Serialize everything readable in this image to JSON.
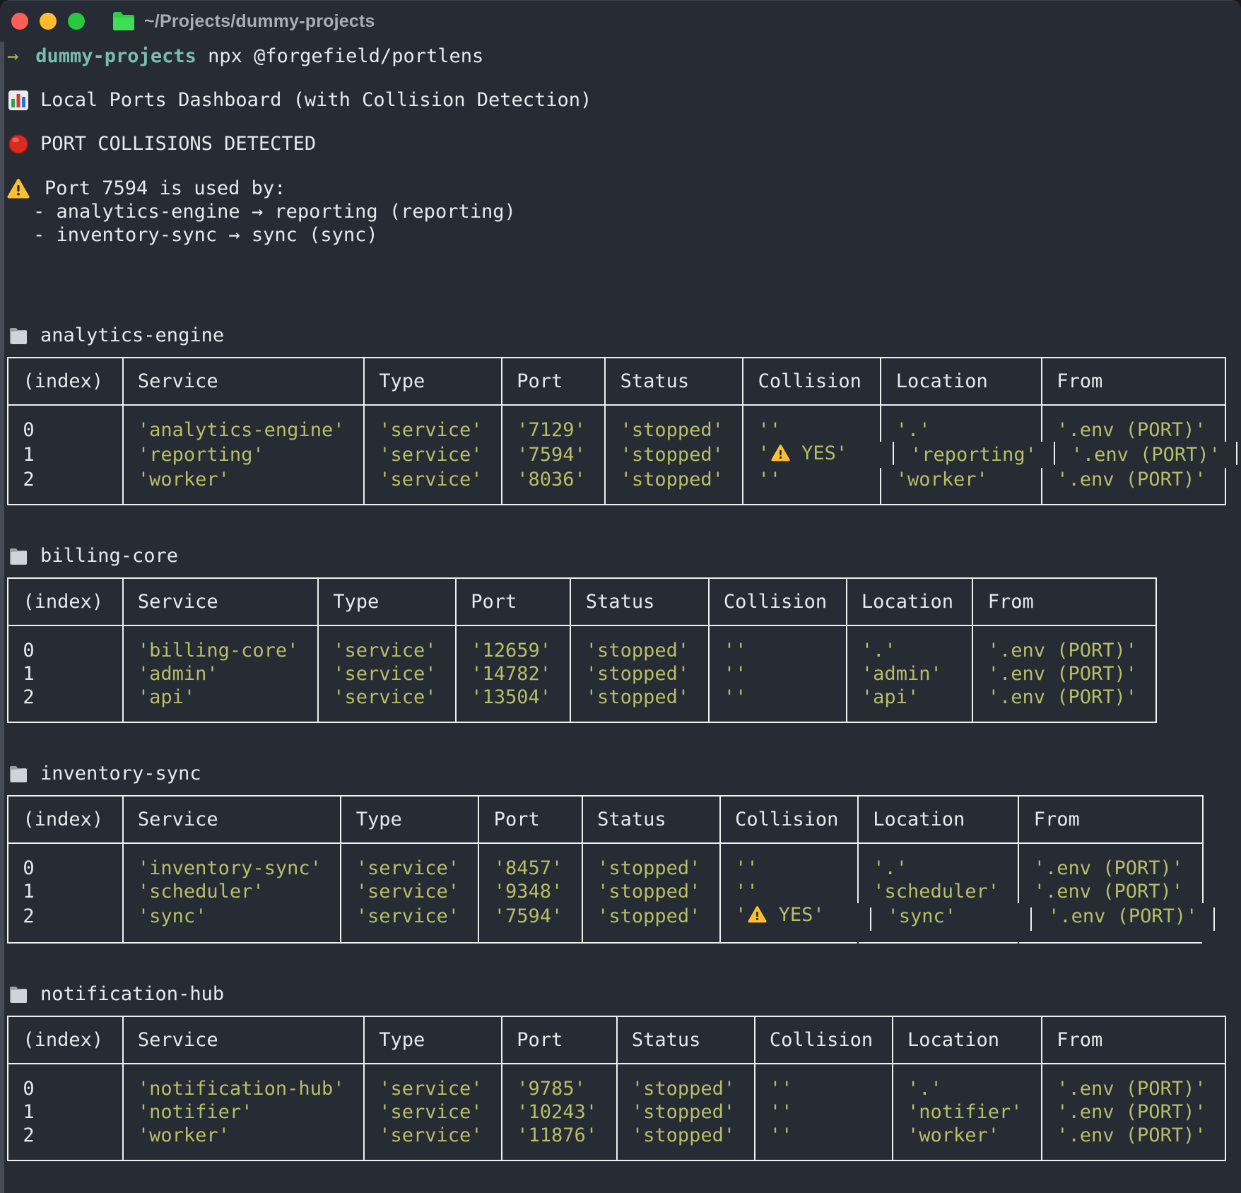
{
  "window": {
    "title": "~/Projects/dummy-projects"
  },
  "terminal": {
    "prompt": {
      "arrow": "→",
      "cwd": "dummy-projects",
      "command": "npx @forgefield/portlens"
    },
    "dashboard_title": "Local Ports Dashboard (with Collision Detection)",
    "alert": "PORT COLLISIONS DETECTED",
    "warning": {
      "headline": "Port 7594 is used by:",
      "items": [
        "- analytics-engine → reporting (reporting)",
        "- inventory-sync → sync (sync)"
      ]
    }
  },
  "columns": [
    "(index)",
    "Service",
    "Type",
    "Port",
    "Status",
    "Collision",
    "Location",
    "From"
  ],
  "projects": [
    {
      "name": "analytics-engine",
      "rows": [
        {
          "index": "0",
          "service": "'analytics-engine'",
          "type": "'service'",
          "port": "'7129'",
          "status": "'stopped'",
          "collision": "''",
          "location": "'.'",
          "from": "'.env (PORT)'"
        },
        {
          "index": "1",
          "service": "'reporting'",
          "type": "'service'",
          "port": "'7594'",
          "status": "'stopped'",
          "collision_open": "'",
          "collision_rest": " YES'",
          "location": "'reporting'",
          "from": "'.env (PORT)'"
        },
        {
          "index": "2",
          "service": "'worker'",
          "type": "'service'",
          "port": "'8036'",
          "status": "'stopped'",
          "collision": "''",
          "location": "'worker'",
          "from": "'.env (PORT)'"
        }
      ]
    },
    {
      "name": "billing-core",
      "rows": [
        {
          "index": "0",
          "service": "'billing-core'",
          "type": "'service'",
          "port": "'12659'",
          "status": "'stopped'",
          "collision": "''",
          "location": "'.'",
          "from": "'.env (PORT)'"
        },
        {
          "index": "1",
          "service": "'admin'",
          "type": "'service'",
          "port": "'14782'",
          "status": "'stopped'",
          "collision": "''",
          "location": "'admin'",
          "from": "'.env (PORT)'"
        },
        {
          "index": "2",
          "service": "'api'",
          "type": "'service'",
          "port": "'13504'",
          "status": "'stopped'",
          "collision": "''",
          "location": "'api'",
          "from": "'.env (PORT)'"
        }
      ]
    },
    {
      "name": "inventory-sync",
      "rows": [
        {
          "index": "0",
          "service": "'inventory-sync'",
          "type": "'service'",
          "port": "'8457'",
          "status": "'stopped'",
          "collision": "''",
          "location": "'.'",
          "from": "'.env (PORT)'"
        },
        {
          "index": "1",
          "service": "'scheduler'",
          "type": "'service'",
          "port": "'9348'",
          "status": "'stopped'",
          "collision": "''",
          "location": "'scheduler'",
          "from": "'.env (PORT)'"
        },
        {
          "index": "2",
          "service": "'sync'",
          "type": "'service'",
          "port": "'7594'",
          "status": "'stopped'",
          "collision_open": "'",
          "collision_rest": " YES'",
          "location": "'sync'",
          "from": "'.env (PORT)'"
        }
      ]
    },
    {
      "name": "notification-hub",
      "rows": [
        {
          "index": "0",
          "service": "'notification-hub'",
          "type": "'service'",
          "port": "'9785'",
          "status": "'stopped'",
          "collision": "''",
          "location": "'.'",
          "from": "'.env (PORT)'"
        },
        {
          "index": "1",
          "service": "'notifier'",
          "type": "'service'",
          "port": "'10243'",
          "status": "'stopped'",
          "collision": "''",
          "location": "'notifier'",
          "from": "'.env (PORT)'"
        },
        {
          "index": "2",
          "service": "'worker'",
          "type": "'service'",
          "port": "'11876'",
          "status": "'stopped'",
          "collision": "''",
          "location": "'worker'",
          "from": "'.env (PORT)'"
        }
      ]
    }
  ],
  "colors": {
    "background": "#262b34",
    "table_border": "#eef0f1",
    "string_text": "#b5bf66",
    "plain_text": "#e6e9ed",
    "prompt_cwd": "#7bbcaf",
    "prompt_arrow": "#b3ba4e",
    "traffic_red": "#ff5f57",
    "traffic_yellow": "#febc2e",
    "traffic_green": "#28c840",
    "alert_red": "#e0392d",
    "warning_yellow": "#fdbf2d"
  }
}
